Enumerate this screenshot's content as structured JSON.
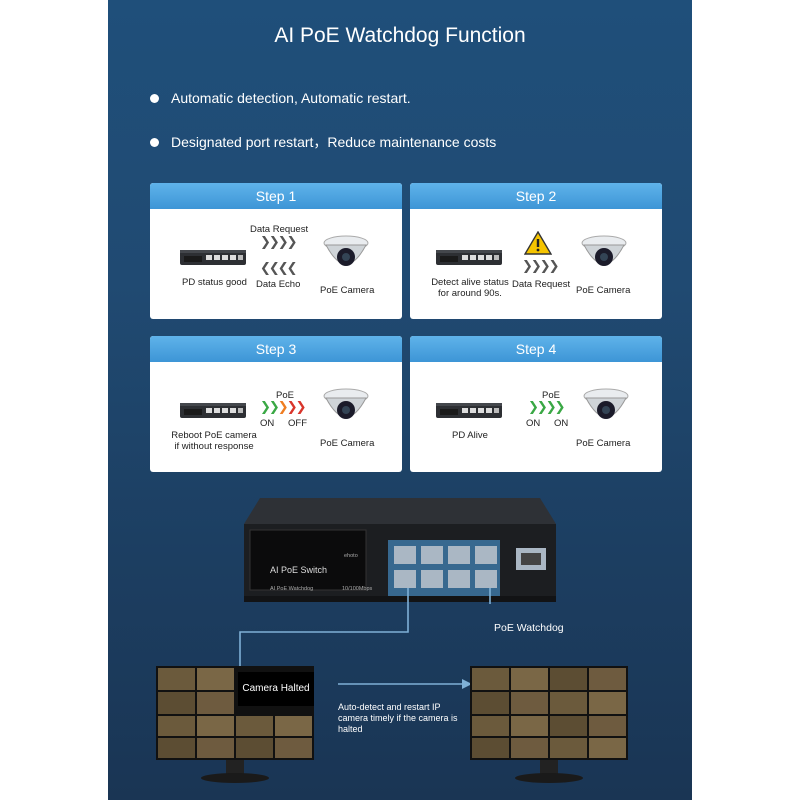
{
  "title": "AI PoE Watchdog Function",
  "bullets": [
    "Automatic detection, Automatic restart.",
    "Designated port restart，Reduce maintenance costs"
  ],
  "steps": [
    {
      "header": "Step 1",
      "switch_caption": "PD status good",
      "arrow_top": "Data Request",
      "arrow_bottom": "Data Echo",
      "camera_caption": "PoE Camera"
    },
    {
      "header": "Step 2",
      "switch_caption": "Detect alive status\nfor around 90s.",
      "arrow_bottom": "Data Request",
      "camera_caption": "PoE Camera"
    },
    {
      "header": "Step 3",
      "switch_caption": "Reboot PoE camera\nif without response",
      "poe_label": "PoE",
      "on_label": "ON",
      "off_label": "OFF",
      "camera_caption": "PoE Camera"
    },
    {
      "header": "Step 4",
      "switch_caption": "PD Alive",
      "poe_label": "PoE",
      "on_label": "ON",
      "on2_label": "ON",
      "camera_caption": "PoE Camera"
    }
  ],
  "device": {
    "panel_title": "AI PoE Switch",
    "panel_sub": "AI PoE Watchdog",
    "panel_speed": "10/100Mbps",
    "panel_brand": "ehoto",
    "watchdog_label": "PoE Watchdog"
  },
  "bottom": {
    "halted_label": "Camera Halted",
    "description": "Auto-detect and restart IP camera timely if the camera is halted"
  },
  "colors": {
    "accent": "#3d95d6",
    "warning": "#f5c400",
    "chev_green": "#3aa845",
    "chev_orange": "#ef7d22",
    "chev_red": "#d9352b"
  }
}
